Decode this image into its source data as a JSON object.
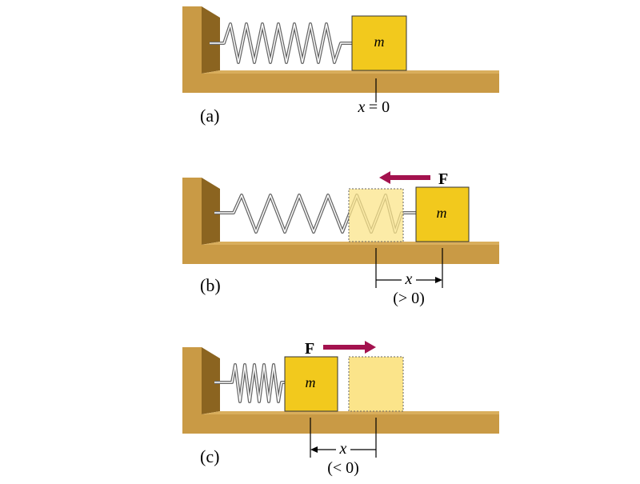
{
  "panels": {
    "a": {
      "label": "(a)",
      "mass": "m",
      "eq_x": "x",
      "eq_rest": "= 0"
    },
    "b": {
      "label": "(b)",
      "mass": "m",
      "force": "F",
      "disp": "x",
      "sign": "(> 0)"
    },
    "c": {
      "label": "(c)",
      "mass": "m",
      "force": "F",
      "disp": "x",
      "sign": "(< 0)"
    }
  },
  "colors": {
    "wood": "#C99A45",
    "wood_dark": "#8B6420",
    "wood_top": "#D9AE5C",
    "block": "#F2C91D",
    "block_ghost": "#FBE48A",
    "arrow": "#A3124E",
    "spring": "#666666"
  }
}
